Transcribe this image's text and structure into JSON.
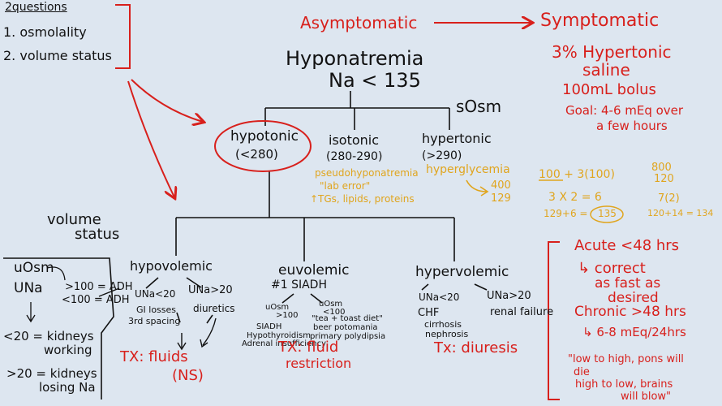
{
  "left_notes": {
    "title": "2questions",
    "item1": "1. osmolality",
    "item2": "2. volume status"
  },
  "top": {
    "asymptomatic": "Asymptomatic",
    "symptomatic": "Symptomatic",
    "title": "Hyponatremia",
    "subtitle": "Na < 135",
    "sosm": "sOsm"
  },
  "osmolality": {
    "hypotonic": "hypotonic",
    "hypotonic_range": "(<280)",
    "isotonic": "isotonic",
    "isotonic_range": "(280-290)",
    "hypertonic": "hypertonic",
    "hypertonic_range": "(>290)",
    "iso_note1": "pseudohyponatremia",
    "iso_note2": "\"lab error\"",
    "iso_note3": "↑TGs, lipids, proteins",
    "hyper_note": "hyperglycemia"
  },
  "calc": {
    "glucose": "400",
    "sodium": "129",
    "line1": "100 + 3(100)",
    "line2": "3 X 2 = 6",
    "line3_left": "129+6 =",
    "line3_circle": "135",
    "right1": "800",
    "right2": "120",
    "right3": "7(2)",
    "right4": "120+14 = 134"
  },
  "symptomatic": {
    "treat1": "3% Hypertonic",
    "treat2": "saline",
    "treat3": "100mL bolus",
    "goal1": "Goal: 4-6 mEq over",
    "goal2": "a few hours"
  },
  "timing": {
    "acute": "Acute <48 hrs",
    "acute_action1": "↳ correct",
    "acute_action2": "as fast as",
    "acute_action3": "desired",
    "chronic": "Chronic  >48 hrs",
    "chronic_action": "↳ 6-8 mEq/24hrs",
    "mnemonic1": "\"low to high, pons will",
    "mnemonic2": "die",
    "mnemonic3": "high to low, brains",
    "mnemonic4": "will blow\""
  },
  "volume": {
    "heading1": "volume",
    "heading2": "status",
    "uosm": "uOsm",
    "una": "UNa",
    "adh_high": ">100 = ADH",
    "adh_low": "<100 = ADH",
    "kidney_working1": "<20 = kidneys",
    "kidney_working2": "working",
    "kidney_losing1": ">20 = kidneys",
    "kidney_losing2": "losing Na"
  },
  "branches": {
    "hypovolemic": {
      "label": "hypovolemic",
      "una_low": "UNa<20",
      "una_high": "UNa>20",
      "cause1": "GI losses",
      "cause2": "3rd spacing",
      "cause3": "diuretics",
      "tx": "TX: fluids",
      "tx_detail": "(NS)"
    },
    "euvolemic": {
      "label": "euvolemic",
      "sub": "#1 SIADH",
      "uosm_high1": "uOsm",
      "uosm_high2": ">100",
      "uosm_low1": "uOsm",
      "uosm_low2": "<100",
      "causes_left1": "SIADH",
      "causes_left2": "Hypothyroidism",
      "causes_left3": "Adrenal insufficiency",
      "causes_right1": "\"tea + toast diet\"",
      "causes_right2": "beer potomania",
      "causes_right3": "primary polydipsia",
      "tx": "TX: fluid",
      "tx_detail": "restriction"
    },
    "hypervolemic": {
      "label": "hypervolemic",
      "una_low": "UNa<20",
      "una_high": "UNa>20",
      "cause1": "CHF",
      "cause2": "cirrhosis",
      "cause3": "nephrosis",
      "cause4": "renal failure",
      "tx": "Tx: diuresis"
    }
  },
  "colors": {
    "background": "#dde6f0",
    "ink": "#111111",
    "red": "#d8201c",
    "yellow": "#e0a51e"
  }
}
